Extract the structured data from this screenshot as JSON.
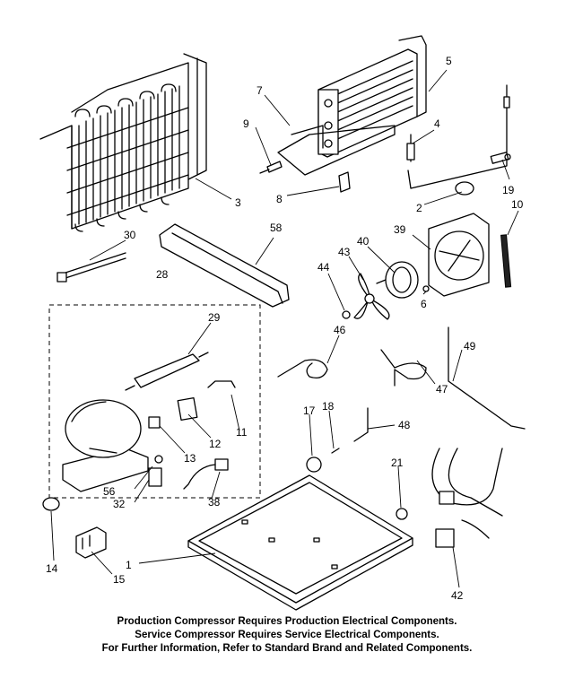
{
  "callouts": {
    "c1": "1",
    "c2": "2",
    "c3": "3",
    "c4": "4",
    "c5": "5",
    "c6": "6",
    "c7": "7",
    "c8": "8",
    "c9": "9",
    "c10": "10",
    "c11": "11",
    "c12": "12",
    "c13": "13",
    "c14": "14",
    "c15": "15",
    "c17": "17",
    "c18": "18",
    "c19": "19",
    "c21": "21",
    "c28": "28",
    "c29": "29",
    "c30": "30",
    "c32": "32",
    "c38": "38",
    "c39": "39",
    "c40": "40",
    "c42": "42",
    "c43": "43",
    "c44": "44",
    "c46": "46",
    "c47": "47",
    "c48": "48",
    "c49": "49",
    "c56": "56",
    "c58": "58"
  },
  "notes": [
    "Production Compressor Requires Production Electrical Components.",
    "Service Compressor Requires Service Electrical Components.",
    "For Further Information, Refer to Standard Brand and Related Components."
  ]
}
